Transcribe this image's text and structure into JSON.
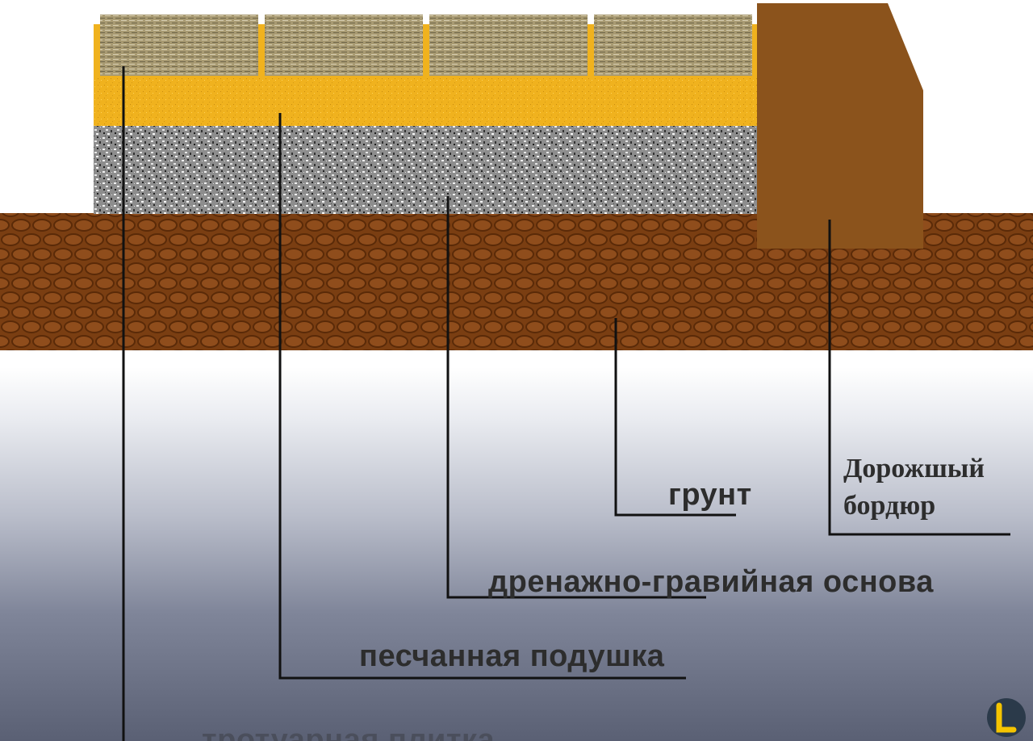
{
  "labels": {
    "soil": "грунт",
    "curb_line1": "Дорожшый",
    "curb_line2": "бордюр",
    "gravel": "дренажно-гравийная основа",
    "sand": "песчанная подушка",
    "paving": "тротуарная плитка"
  },
  "colors": {
    "soil": "#7a3e12",
    "soil_stone": "#8f4d1c",
    "curb": "#8b531c",
    "sand": "#f0b21e",
    "gravel": "#8a8a8a",
    "tile": "#a89a72",
    "leader": "#111111",
    "text": "#2d2d2d"
  },
  "icons": {
    "watermark": "logo-mark-icon"
  }
}
